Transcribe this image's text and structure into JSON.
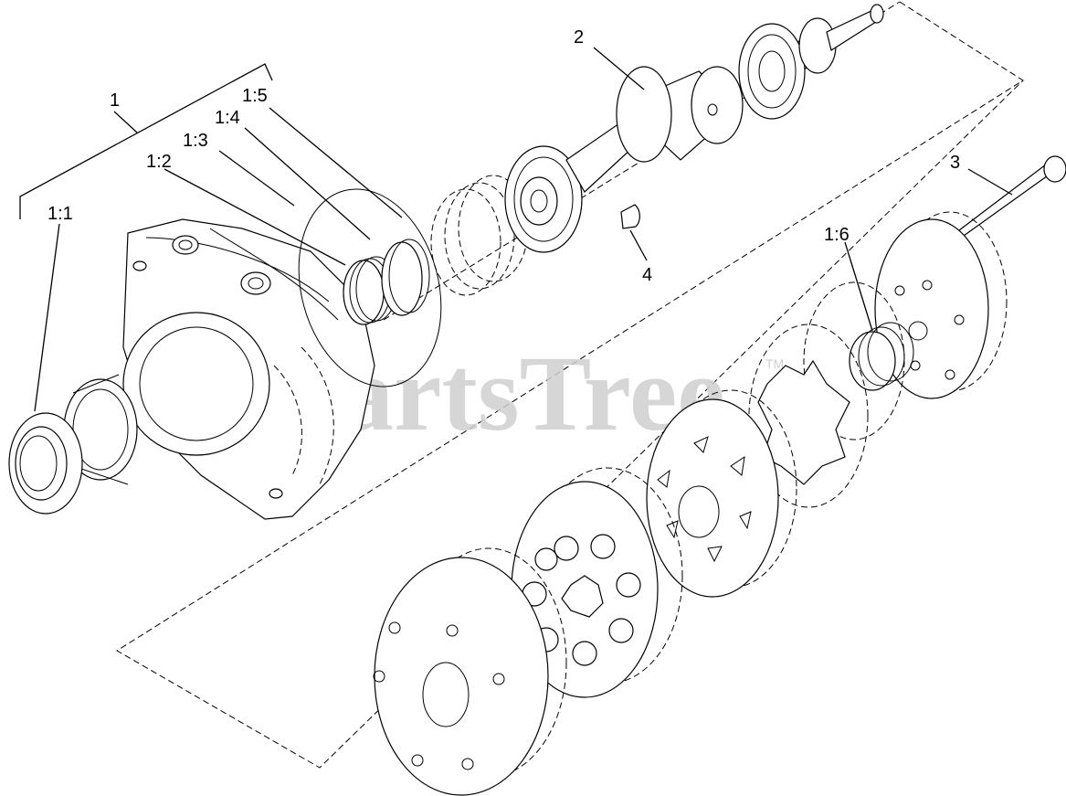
{
  "watermark": {
    "text": "PartsTree",
    "trademark": "TM"
  },
  "callouts": {
    "c1": "1",
    "c1_1": "1:1",
    "c1_2": "1:2",
    "c1_3": "1:3",
    "c1_4": "1:4",
    "c1_5": "1:5",
    "c1_6": "1:6",
    "c2": "2",
    "c3": "3",
    "c4": "4"
  }
}
